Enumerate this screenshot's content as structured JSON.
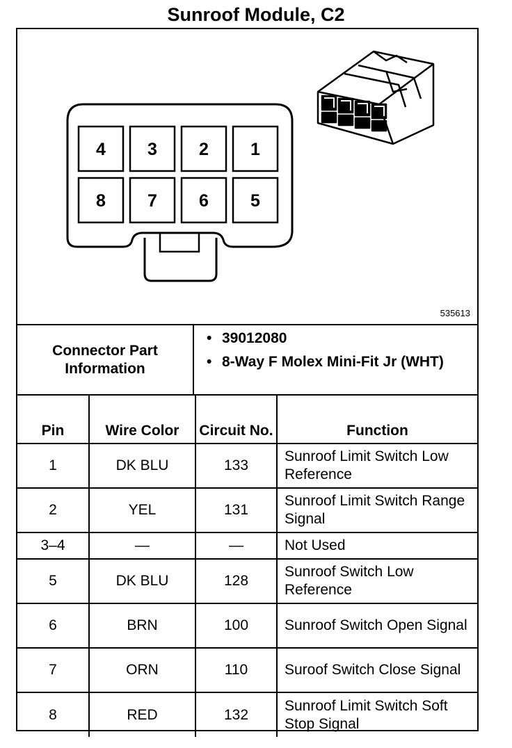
{
  "title": "Sunroof Module, C2",
  "figure_id": "535613",
  "connector_face": {
    "top_row": [
      "4",
      "3",
      "2",
      "1"
    ],
    "bottom_row": [
      "8",
      "7",
      "6",
      "5"
    ]
  },
  "connector_info": {
    "label": "Connector Part Information",
    "items": [
      "39012080",
      "8-Way F Molex Mini-Fit Jr (WHT)"
    ]
  },
  "table": {
    "headers": {
      "pin": "Pin",
      "wire_color": "Wire Color",
      "circuit": "Circuit No.",
      "function": "Function"
    },
    "rows": [
      {
        "pin": "1",
        "wire": "DK BLU",
        "circuit": "133",
        "function": "Sunroof Limit Switch Low Reference"
      },
      {
        "pin": "2",
        "wire": "YEL",
        "circuit": "131",
        "function": "Sunroof Limit Switch Range Signal"
      },
      {
        "pin": "3–4",
        "wire": "—",
        "circuit": "—",
        "function": "Not Used"
      },
      {
        "pin": "5",
        "wire": "DK BLU",
        "circuit": "128",
        "function": "Sunroof Switch Low Reference"
      },
      {
        "pin": "6",
        "wire": "BRN",
        "circuit": "100",
        "function": "Sunroof Switch Open Signal"
      },
      {
        "pin": "7",
        "wire": "ORN",
        "circuit": "110",
        "function": "Suroof Switch Close Signal"
      },
      {
        "pin": "8",
        "wire": "RED",
        "circuit": "132",
        "function": "Sunroof Limit Switch Soft Stop Signal"
      }
    ]
  }
}
